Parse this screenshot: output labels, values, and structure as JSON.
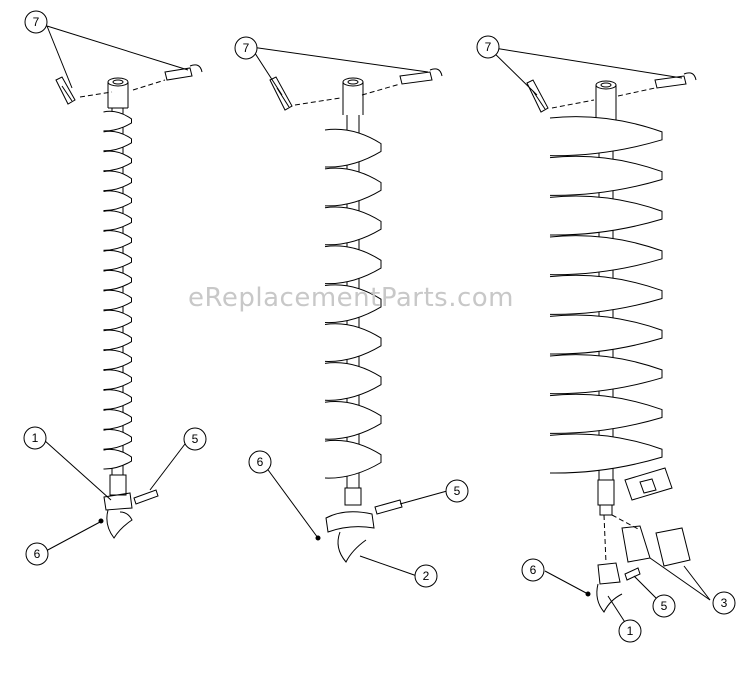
{
  "watermark": "eReplacementParts.com",
  "callouts": {
    "a_pin": "7",
    "a_bit": "1",
    "a_screw": "5",
    "a_nut": "6",
    "b_pin": "7",
    "b_nut": "6",
    "b_screw": "5",
    "b_bit": "2",
    "c_pin": "7",
    "c_nut": "6",
    "c_screw": "5",
    "c_bit": "1",
    "c_teeth": "3"
  },
  "colors": {
    "line": "#000000",
    "fill": "#ffffff"
  }
}
